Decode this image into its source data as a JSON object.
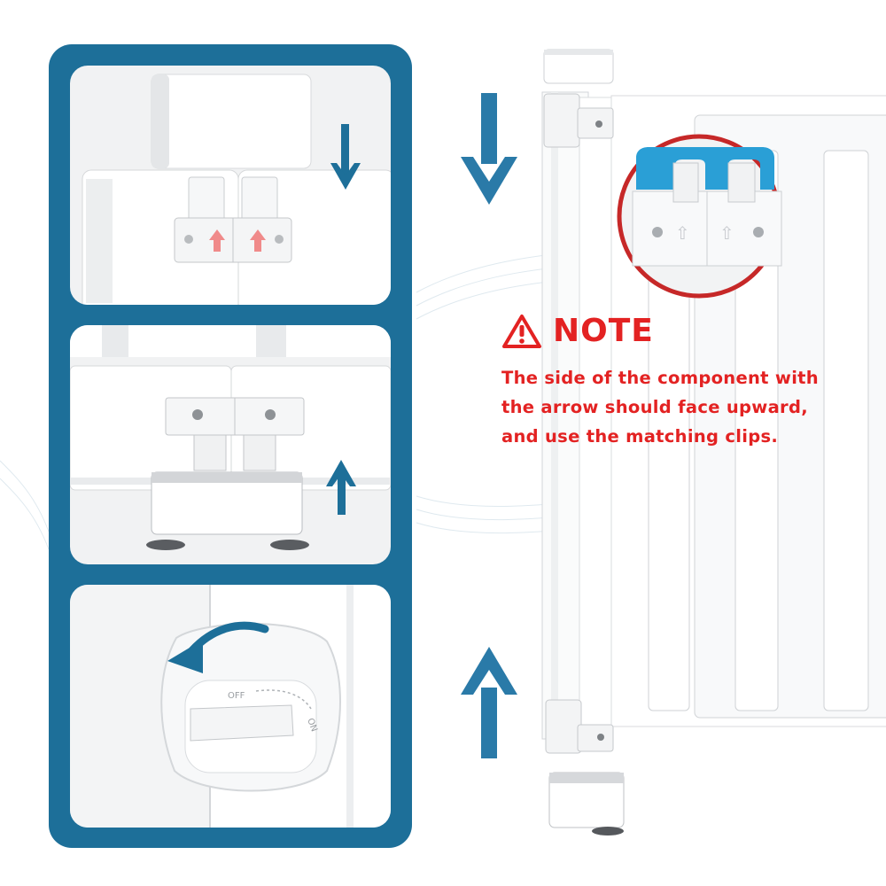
{
  "colors": {
    "frame_blue": "#1d6f99",
    "accent_blue": "#2a9fd6",
    "note_red": "#e32222",
    "clip_arrow_pink": "#f08a8a",
    "panel_gray": "#f1f2f3"
  },
  "icons": {
    "warning": "warning-triangle-icon",
    "down_arrow": "arrow-down-icon",
    "up_arrow": "arrow-up-icon",
    "rotate_arrow": "rotate-arrow-icon"
  },
  "note": {
    "title": "NOTE",
    "lines": [
      "The side of the component with",
      "the arrow should face upward,",
      "and use the matching clips."
    ]
  },
  "lock": {
    "off_label": "OFF",
    "on_label": "ON"
  }
}
